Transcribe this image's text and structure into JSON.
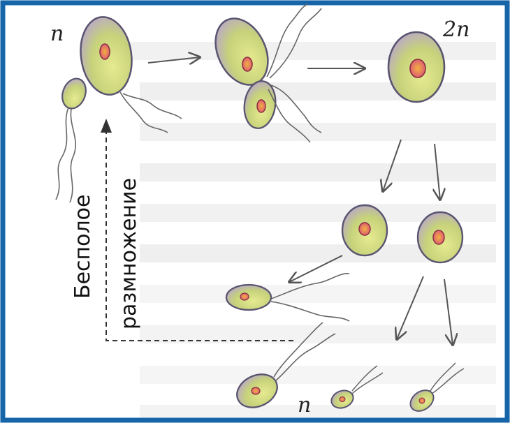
{
  "labels": {
    "ploidy_haploid_top": "n",
    "ploidy_diploid": "2n",
    "ploidy_haploid_bottom": "n",
    "asexual_line1": "Бесполое",
    "asexual_line2": "размножение"
  },
  "colors": {
    "frame": "#1565a8",
    "cell_fill": "#c6d27a",
    "cell_stroke": "#5a5470",
    "nucleus_fill": "#e86a3a",
    "nucleus_stroke": "#8a2a40",
    "pink_tint": "#d9b0cf",
    "arrow": "#555555",
    "background_text": "#dcdcdc"
  }
}
